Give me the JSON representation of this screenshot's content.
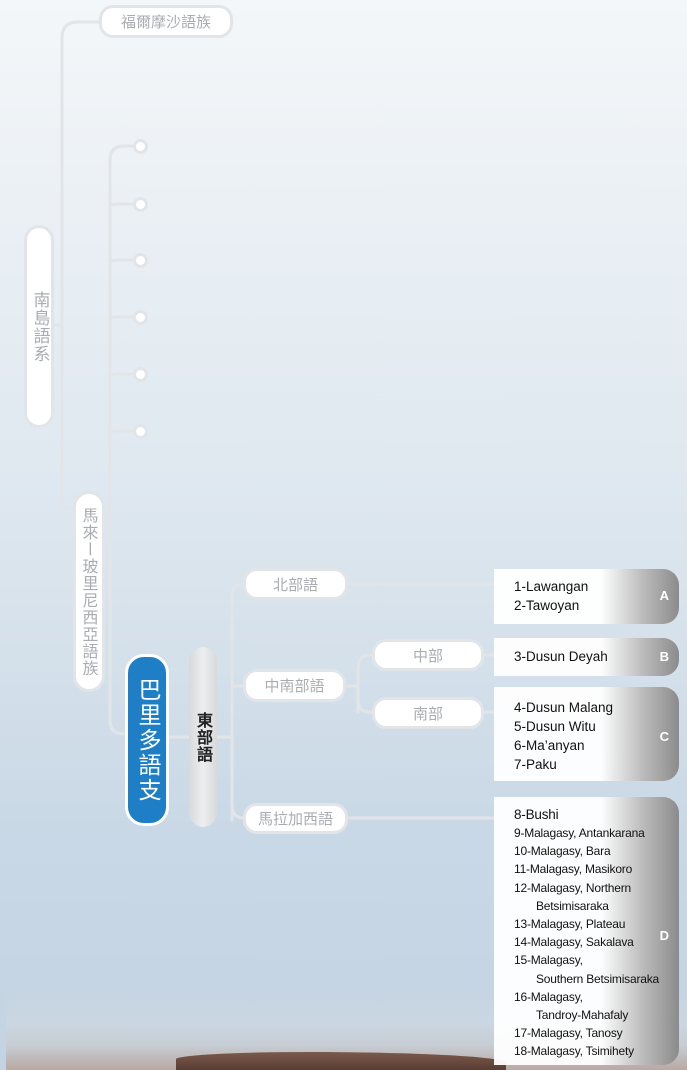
{
  "root": {
    "label": "南島語系"
  },
  "formosan": {
    "label": "福爾摩沙語族"
  },
  "malayo_polynesian": {
    "label": "馬來ー玻里尼西亞語族"
  },
  "barito": {
    "label": "巴里多語支"
  },
  "east": {
    "label": "東部語"
  },
  "subgroups": {
    "north": "北部語",
    "central_south": "中南部語",
    "central": "中部",
    "south": "南部",
    "malagasy": "馬拉加西語"
  },
  "groups": {
    "A": {
      "letter": "A",
      "items": [
        "1-Lawangan",
        "2-Tawoyan"
      ]
    },
    "B": {
      "letter": "B",
      "items": [
        "3-Dusun Deyah"
      ]
    },
    "C": {
      "letter": "C",
      "items": [
        "4-Dusun Malang",
        "5-Dusun Witu",
        "6-Ma’anyan",
        "7-Paku"
      ]
    },
    "D": {
      "letter": "D",
      "items": [
        "8-Bushi",
        "9-Malagasy, Antankarana",
        "10-Malagasy, Bara",
        "11-Malagasy, Masikoro",
        [
          "12-Malagasy, Northern",
          "Betsimisaraka"
        ],
        "13-Malagasy, Plateau",
        "14-Malagasy, Sakalava",
        [
          "15-Malagasy,",
          "Southern Betsimisaraka"
        ],
        [
          "16-Malagasy,",
          "Tandroy-Mahafaly"
        ],
        "17-Malagasy, Tanosy",
        "18-Malagasy, Tsimihety"
      ]
    }
  },
  "colors": {
    "pill_border": "#e2e5e8",
    "pill_text": "#a9adb2",
    "barito_blue": "#1e7fc7"
  }
}
